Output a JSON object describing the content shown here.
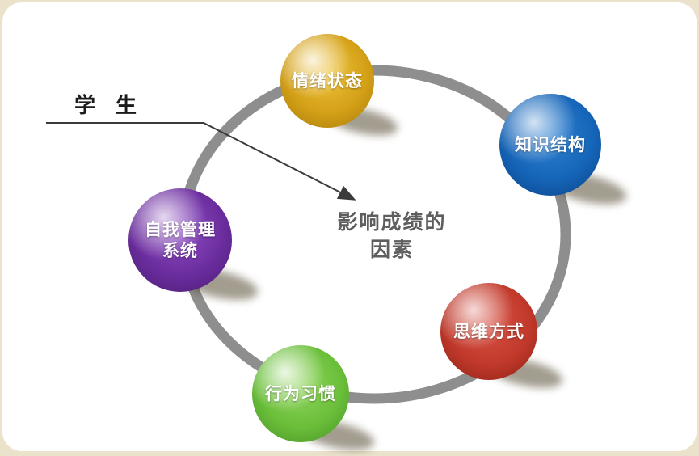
{
  "diagram": {
    "student_label": "学 生",
    "center_label": "影响成绩的\n因素",
    "ring_color": "#8E8E8E",
    "arrow_color": "#3A3A3A",
    "background_color": "#EAE2CB",
    "nodes": [
      {
        "id": "emotion",
        "label": "情绪状态",
        "color": "#D4A017"
      },
      {
        "id": "knowledge",
        "label": "知识结构",
        "color": "#1565B8"
      },
      {
        "id": "thinking",
        "label": "思维方式",
        "color": "#C0392B"
      },
      {
        "id": "behavior",
        "label": "行为习惯",
        "color": "#6ABF3A"
      },
      {
        "id": "self-management",
        "label": "自我管理\n系统",
        "color": "#6B2D9E"
      }
    ]
  }
}
